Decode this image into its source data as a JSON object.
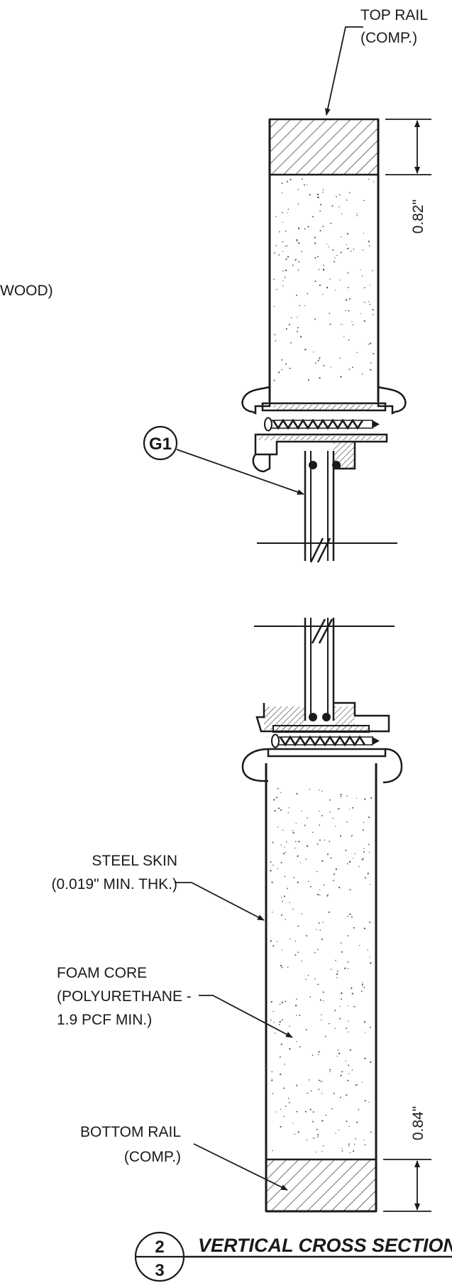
{
  "labels": {
    "top_rail_line1": "TOP RAIL",
    "top_rail_line2": "(COMP.)",
    "wood_partial": "WOOD)",
    "glazing_tag": "G1",
    "steel_skin_line1": "STEEL SKIN",
    "steel_skin_line2": "(0.019\" MIN. THK.)",
    "foam_core_line1": "FOAM CORE",
    "foam_core_line2": "(POLYURETHANE -",
    "foam_core_line3": "1.9 PCF MIN.)",
    "bottom_rail_line1": "BOTTOM RAIL",
    "bottom_rail_line2": "(COMP.)"
  },
  "dimensions": {
    "top_rail_height": "0.82\"",
    "bottom_rail_height": "0.84\""
  },
  "title_block": {
    "detail_number": "2",
    "sheet_number": "3",
    "title": "VERTICAL CROSS SECTION"
  }
}
